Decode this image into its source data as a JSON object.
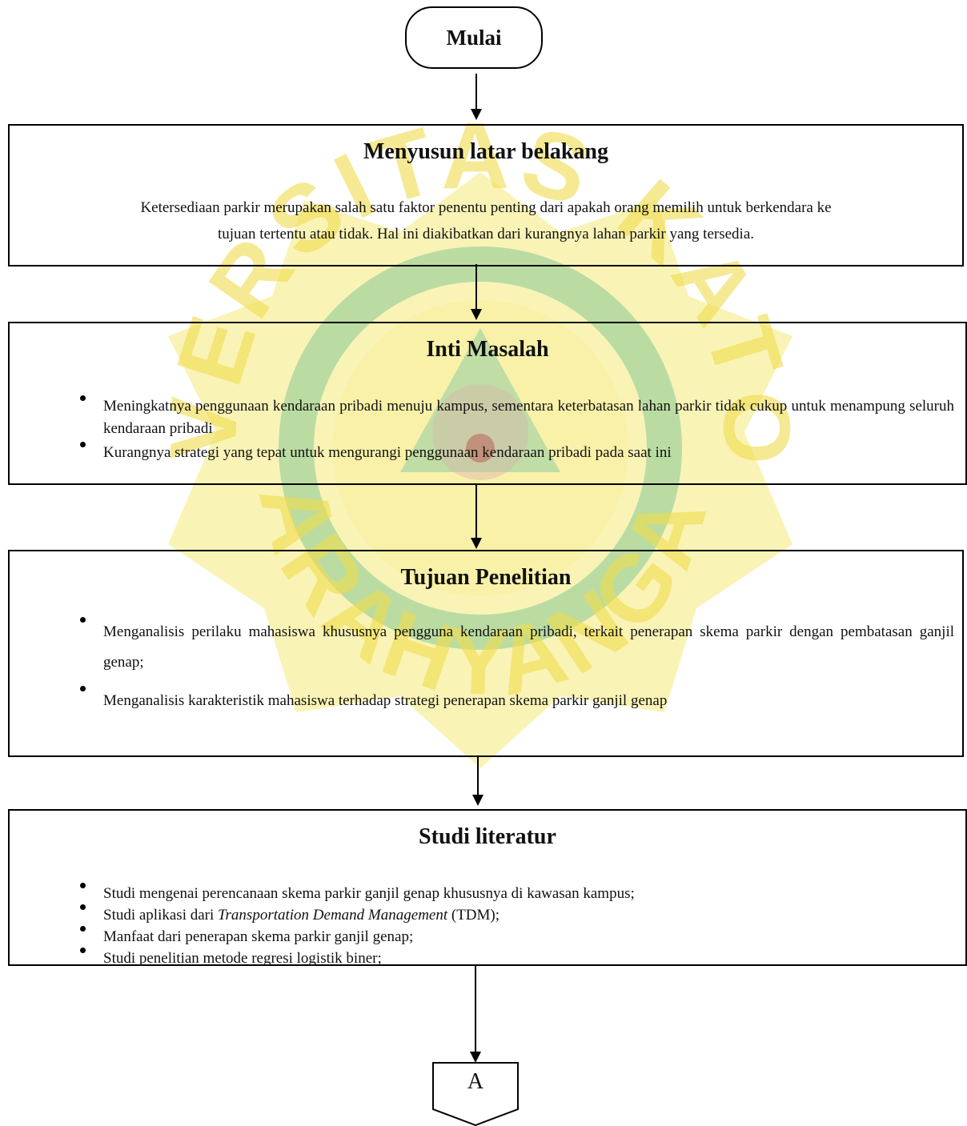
{
  "flowchart": {
    "start": {
      "label": "Mulai"
    },
    "background": {
      "title": "Menyusun latar belakang",
      "text_line1": "Ketersediaan parkir merupakan salah satu faktor penentu penting dari apakah orang memilih untuk berkendara ke",
      "text_line2": "tujuan tertentu atau tidak. Hal ini diakibatkan dari kurangnya lahan parkir yang tersedia."
    },
    "problem": {
      "title": "Inti Masalah",
      "items": [
        "Meningkatnya penggunaan kendaraan pribadi menuju kampus, sementara keterbatasan lahan parkir tidak cukup untuk menampung seluruh kendaraan pribadi",
        "Kurangnya strategi yang tepat untuk mengurangi penggunaan kendaraan pribadi pada saat ini"
      ]
    },
    "objective": {
      "title": "Tujuan Penelitian",
      "items": [
        "Menganalisis perilaku mahasiswa khususnya pengguna kendaraan pribadi, terkait penerapan skema parkir dengan pembatasan ganjil genap;",
        "Menganalisis karakteristik mahasiswa terhadap strategi penerapan skema parkir ganjil genap"
      ]
    },
    "literature": {
      "title": "Studi literatur",
      "item1": "Studi mengenai perencanaan skema parkir ganjil genap khususnya di kawasan kampus;",
      "item2_prefix": "Studi aplikasi dari ",
      "item2_italic": "Transportation Demand Management",
      "item2_suffix": " (TDM);",
      "item3": "Manfaat dari penerapan skema parkir ganjil genap;",
      "item4": "Studi penelitian metode regresi logistik biner;"
    },
    "connector": {
      "label": "A"
    }
  },
  "watermark": {
    "text_outer_top": "UNIVERSITAS KATOLIK",
    "text_outer_bottom": "PARAHYANGAN",
    "color": "#f3e15c",
    "ring_color": "#57b87a"
  }
}
